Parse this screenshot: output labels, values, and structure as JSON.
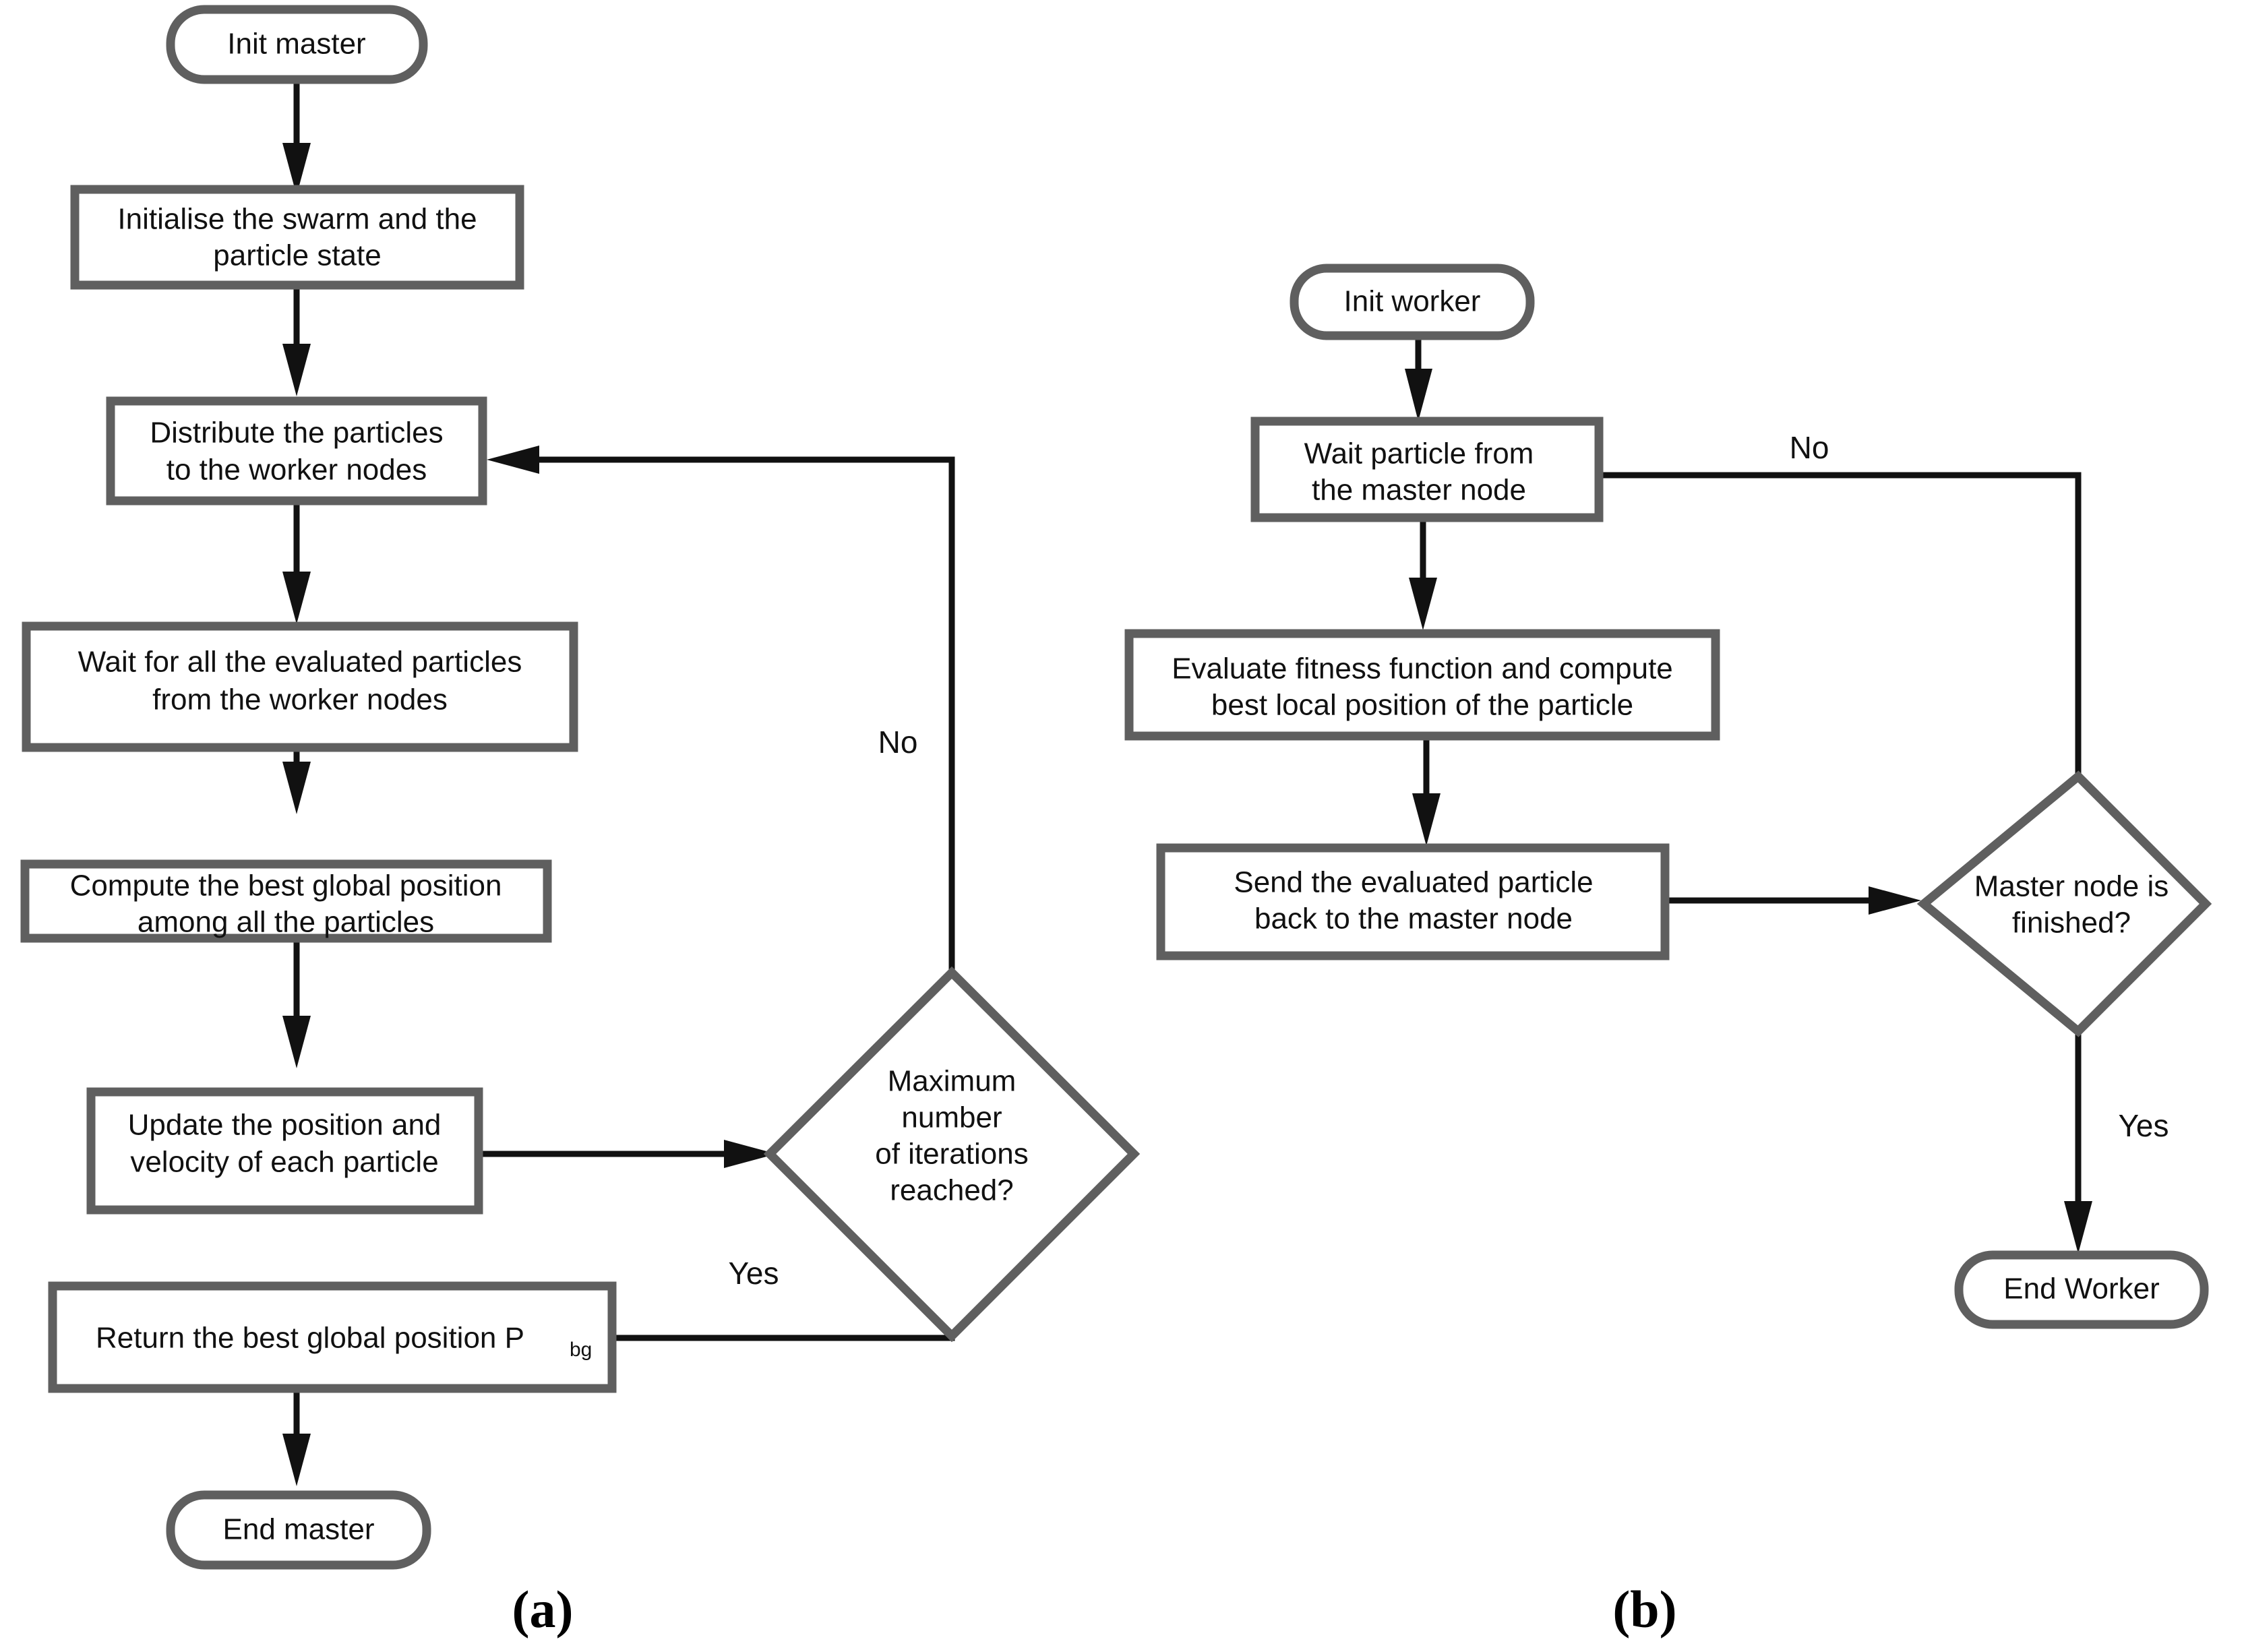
{
  "figure": {
    "type": "flowchart",
    "description": "Two-panel flowchart of a master-worker parallel Particle Swarm Optimisation algorithm",
    "panels": [
      {
        "caption": "(a)",
        "name": "master-flowchart",
        "nodes": [
          {
            "id": "init-master",
            "shape": "terminator",
            "lines": [
              "Init master"
            ]
          },
          {
            "id": "initialise-swarm",
            "shape": "process",
            "lines": [
              "Initialise the swarm and the",
              "particle state"
            ]
          },
          {
            "id": "distribute",
            "shape": "process",
            "lines": [
              "Distribute the particles",
              "to the worker nodes"
            ]
          },
          {
            "id": "wait-evaluated",
            "shape": "process",
            "lines": [
              "Wait for all the evaluated particles",
              "from the worker nodes"
            ]
          },
          {
            "id": "compute-best",
            "shape": "process",
            "lines": [
              "Compute the best global position",
              "among all the particles"
            ]
          },
          {
            "id": "update-position",
            "shape": "process",
            "lines": [
              "Update the position and",
              "velocity of each particle"
            ]
          },
          {
            "id": "max-iterations",
            "shape": "decision",
            "lines": [
              "Maximum",
              "number",
              "of iterations",
              "reached?"
            ]
          },
          {
            "id": "return-best",
            "shape": "process",
            "lines": [
              "Return the best global position P"
            ],
            "subscript": "bg"
          },
          {
            "id": "end-master",
            "shape": "terminator",
            "lines": [
              "End master"
            ]
          }
        ],
        "edge_labels": [
          {
            "id": "master-no",
            "text": "No"
          },
          {
            "id": "master-yes",
            "text": "Yes"
          }
        ]
      },
      {
        "caption": "(b)",
        "name": "worker-flowchart",
        "nodes": [
          {
            "id": "init-worker",
            "shape": "terminator",
            "lines": [
              "Init worker"
            ]
          },
          {
            "id": "wait-particle",
            "shape": "process",
            "lines": [
              "Wait particle from",
              "the master node"
            ]
          },
          {
            "id": "evaluate-fitness",
            "shape": "process",
            "lines": [
              "Evaluate fitness function and compute",
              "best local position of the particle"
            ]
          },
          {
            "id": "send-particle",
            "shape": "process",
            "lines": [
              "Send the evaluated particle",
              "back to the master node"
            ]
          },
          {
            "id": "master-finished",
            "shape": "decision",
            "lines": [
              "Master node is",
              "finished?"
            ]
          },
          {
            "id": "end-worker",
            "shape": "terminator",
            "lines": [
              "End Worker"
            ]
          }
        ],
        "edge_labels": [
          {
            "id": "worker-no",
            "text": "No"
          },
          {
            "id": "worker-yes",
            "text": "Yes"
          }
        ]
      }
    ],
    "colors": {
      "shape_stroke": "#5f5f5f",
      "connector": "#111111",
      "text": "#111111",
      "background": "#ffffff"
    }
  }
}
